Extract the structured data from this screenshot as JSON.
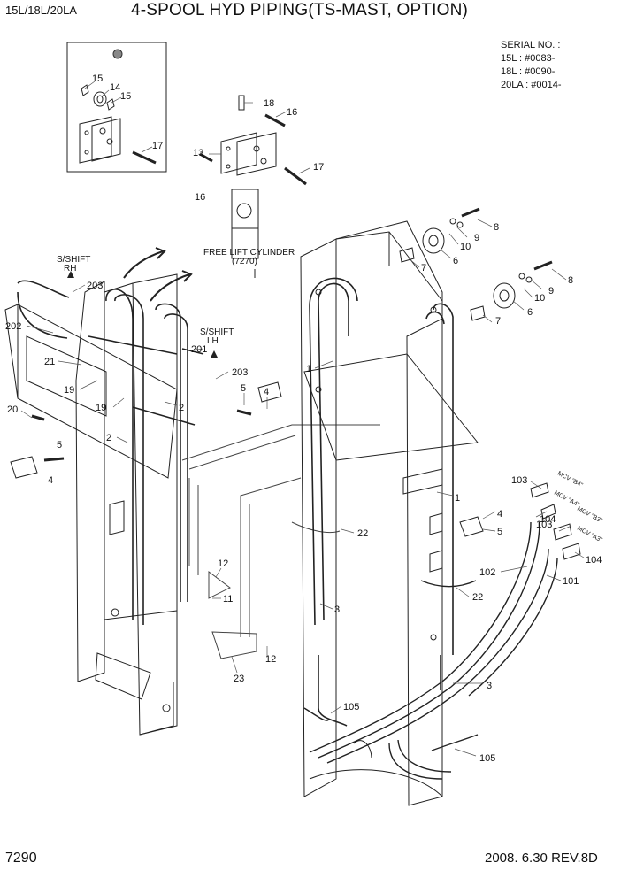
{
  "header": {
    "model": "15L/18L/20LA",
    "title": "4-SPOOL HYD PIPING(TS-MAST, OPTION)"
  },
  "serial": {
    "heading": "SERIAL NO. :",
    "lines": [
      "15L : #0083-",
      "18L : #0090-",
      "20LA : #0014-"
    ]
  },
  "footer": {
    "page_number": "7290",
    "date_rev": "2008. 6.30  REV.8D"
  },
  "callouts": {
    "c15a": "15",
    "c14": "14",
    "c15b": "15",
    "c17a": "17",
    "c18": "18",
    "c16a": "16",
    "c13": "13",
    "c17b": "17",
    "c16b": "16",
    "c8a": "8",
    "c9a": "9",
    "c10a": "10",
    "c6a": "6",
    "c7a": "7",
    "c8b": "8",
    "c9b": "9",
    "c10b": "10",
    "c6b": "6",
    "c7b": "7",
    "c203a": "203",
    "c202": "202",
    "c21": "21",
    "c19a": "19",
    "c19b": "19",
    "c20": "20",
    "c5a": "5",
    "c4a": "4",
    "c2a": "2",
    "c2b": "2",
    "c201": "201",
    "c203b": "203",
    "c5b": "5",
    "c4b": "4",
    "c1a": "1",
    "c1b": "1",
    "c22a": "22",
    "c22b": "22",
    "c12a": "12",
    "c11": "11",
    "c23": "23",
    "c12b": "12",
    "c3a": "3",
    "c3b": "3",
    "c105a": "105",
    "c105b": "105",
    "c103a": "103",
    "c104a": "104",
    "c103b": "103",
    "c104b": "104",
    "c4c": "4",
    "c5c": "5",
    "c102": "102",
    "c101": "101"
  },
  "labels": {
    "sshift_rh_1": "S/SHIFT",
    "sshift_rh_2": "RH",
    "sshift_lh_1": "S/SHIFT",
    "sshift_lh_2": "LH",
    "cyl_1": "FREE LIFT CYLINDER",
    "cyl_2": "(7270)",
    "mcv_b4": "MCV \"B4\"",
    "mcv_a4": "MCV \"A4\"",
    "mcv_b3": "MCV \"B3\"",
    "mcv_a3": "MCV \"A3\""
  }
}
